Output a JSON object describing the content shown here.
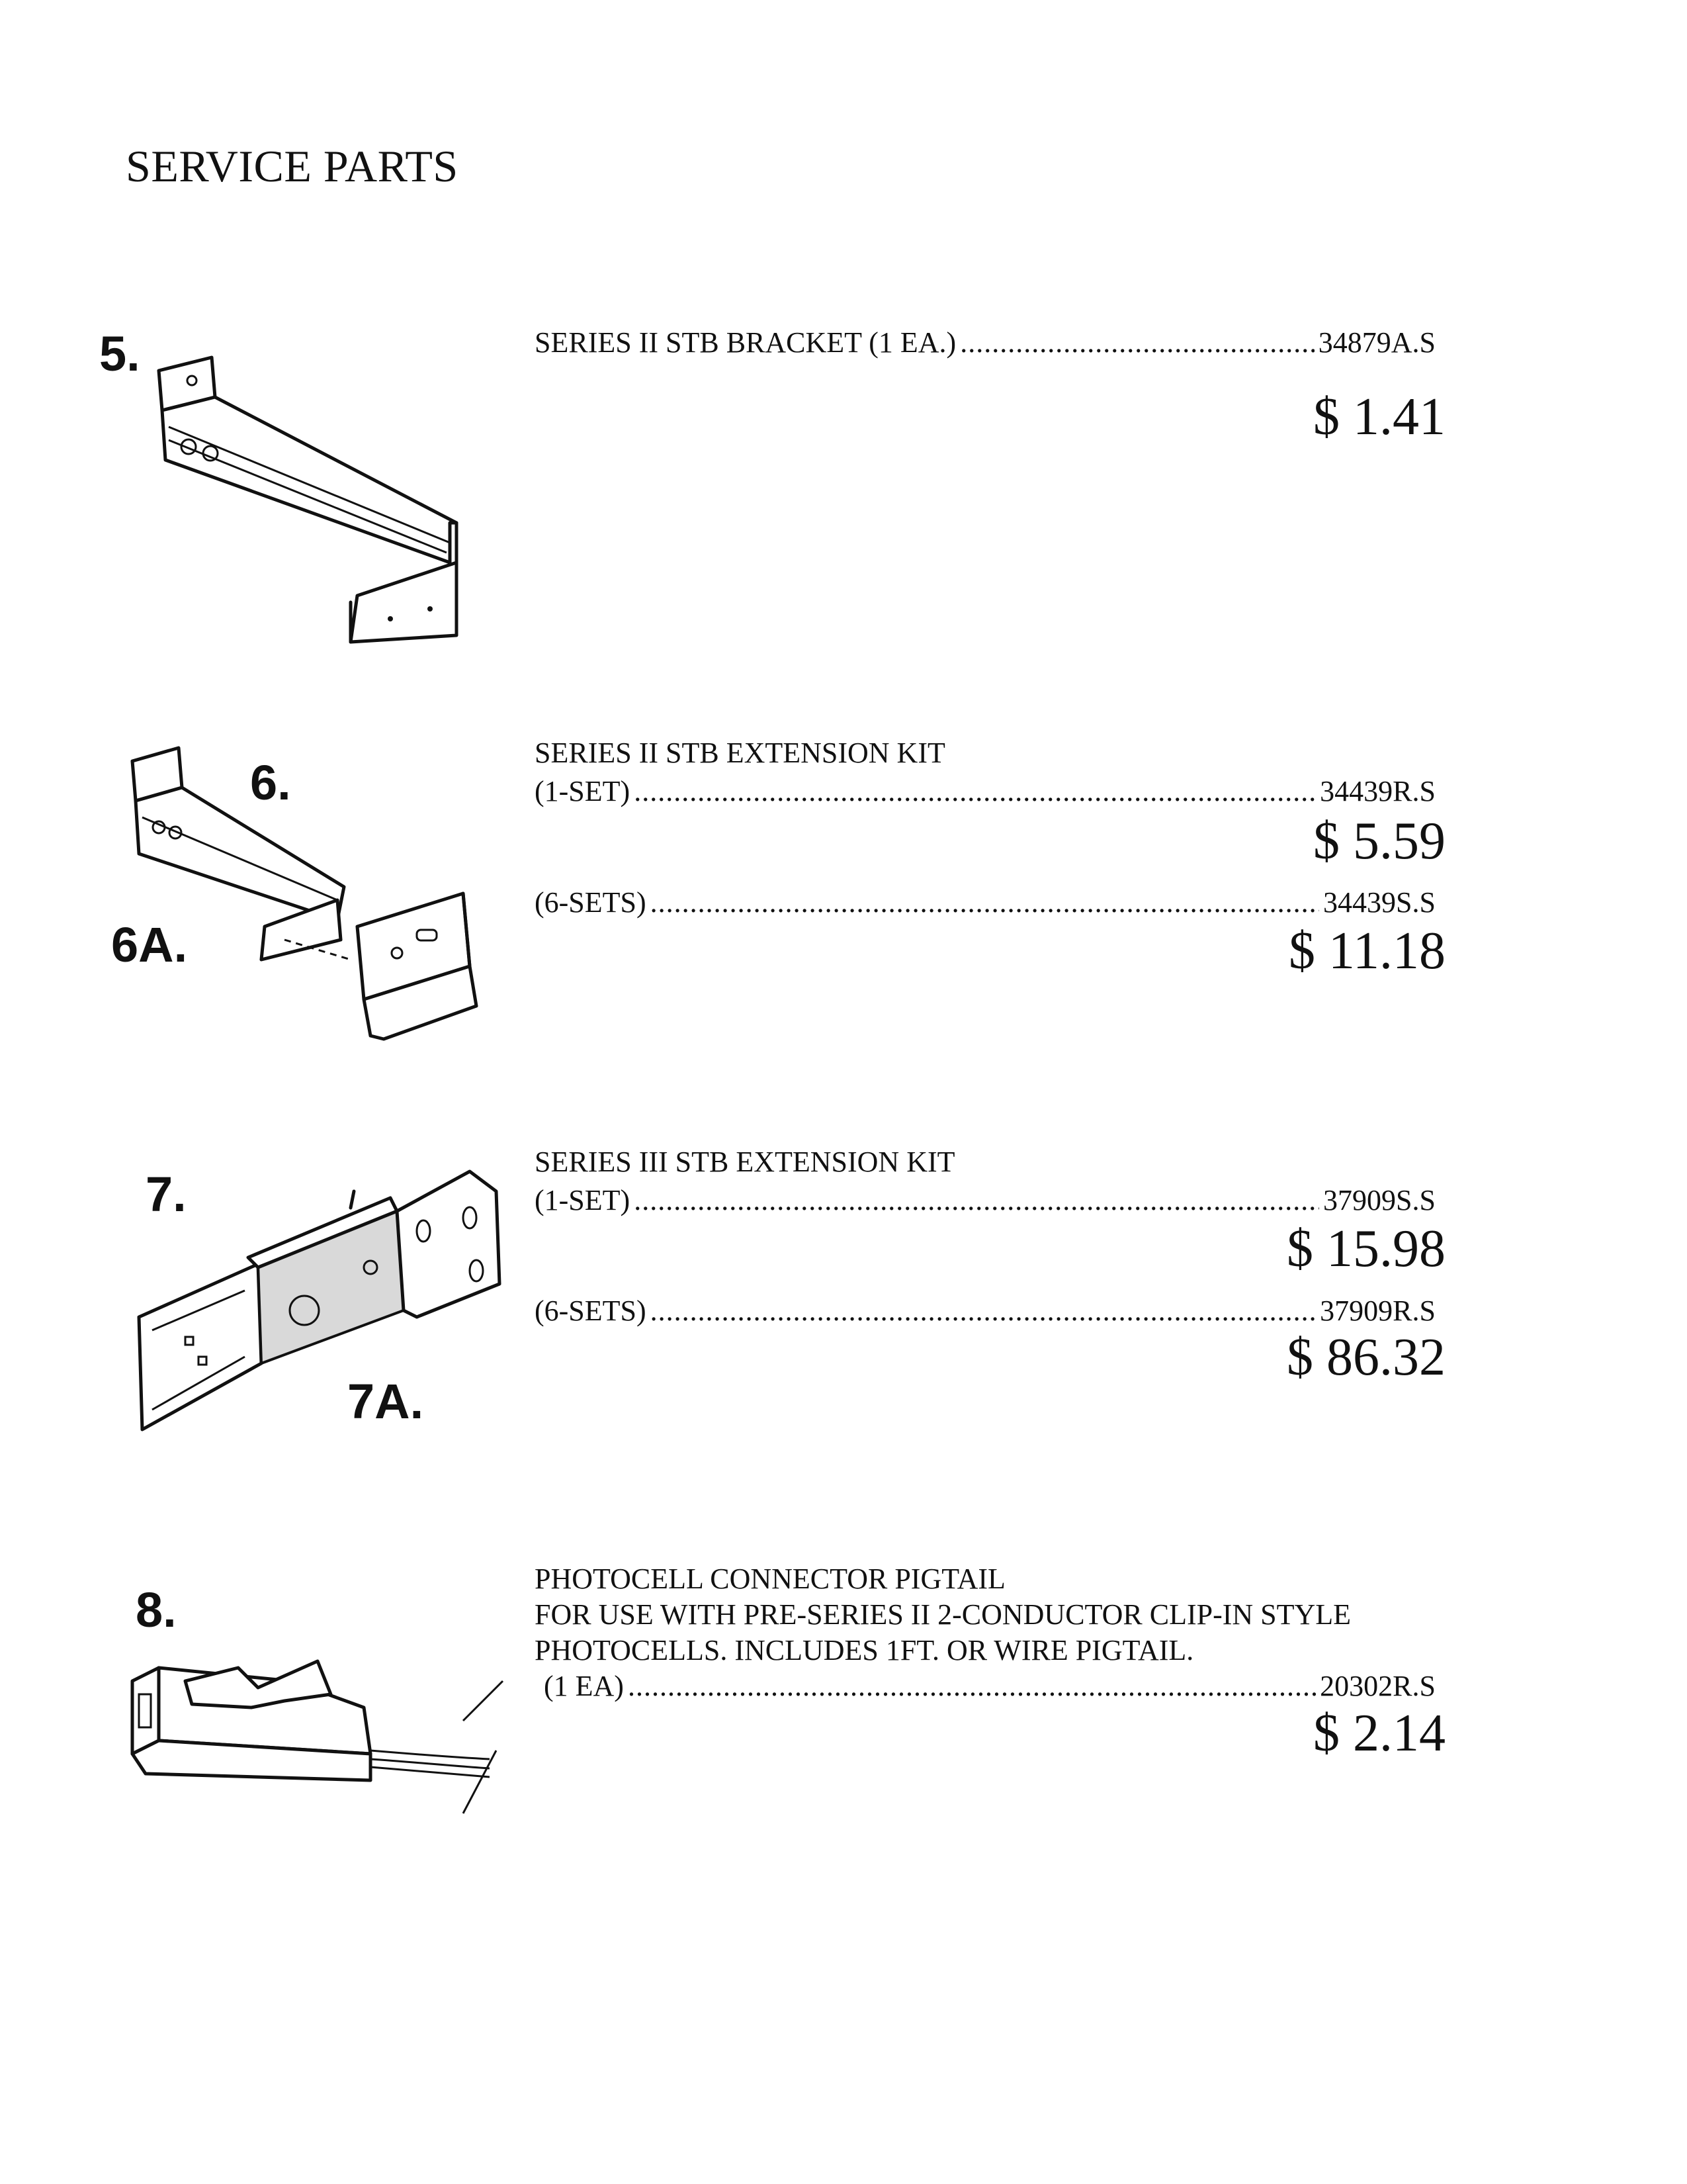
{
  "page": {
    "title": "SERVICE PARTS"
  },
  "items": [
    {
      "figure_label": "5.",
      "description": "SERIES II STB BRACKET (1 EA.)",
      "part_number": "34879A.S",
      "price": "$ 1.41"
    },
    {
      "figure_labels": [
        "6.",
        "6A."
      ],
      "description": "SERIES II STB EXTENSION KIT",
      "options": [
        {
          "qty": "(1-SET)",
          "part_number": "34439R.S",
          "price": "$ 5.59"
        },
        {
          "qty": "(6-SETS)",
          "part_number": "34439S.S",
          "price": "$ 11.18"
        }
      ]
    },
    {
      "figure_labels": [
        "7.",
        "7A."
      ],
      "description": "SERIES III STB EXTENSION KIT",
      "options": [
        {
          "qty": "(1-SET)",
          "part_number": "37909S.S",
          "price": "$ 15.98"
        },
        {
          "qty": "(6-SETS)",
          "part_number": "37909R.S",
          "price": "$ 86.32"
        }
      ]
    },
    {
      "figure_label": "8.",
      "description_lines": [
        "PHOTOCELL CONNECTOR PIGTAIL",
        "FOR USE WITH PRE-SERIES II 2-CONDUCTOR CLIP-IN STYLE",
        "PHOTOCELLS. INCLUDES 1FT. OR WIRE PIGTAIL."
      ],
      "qty": "(1 EA)",
      "part_number": "20302R.S",
      "price": "$ 2.14"
    }
  ]
}
